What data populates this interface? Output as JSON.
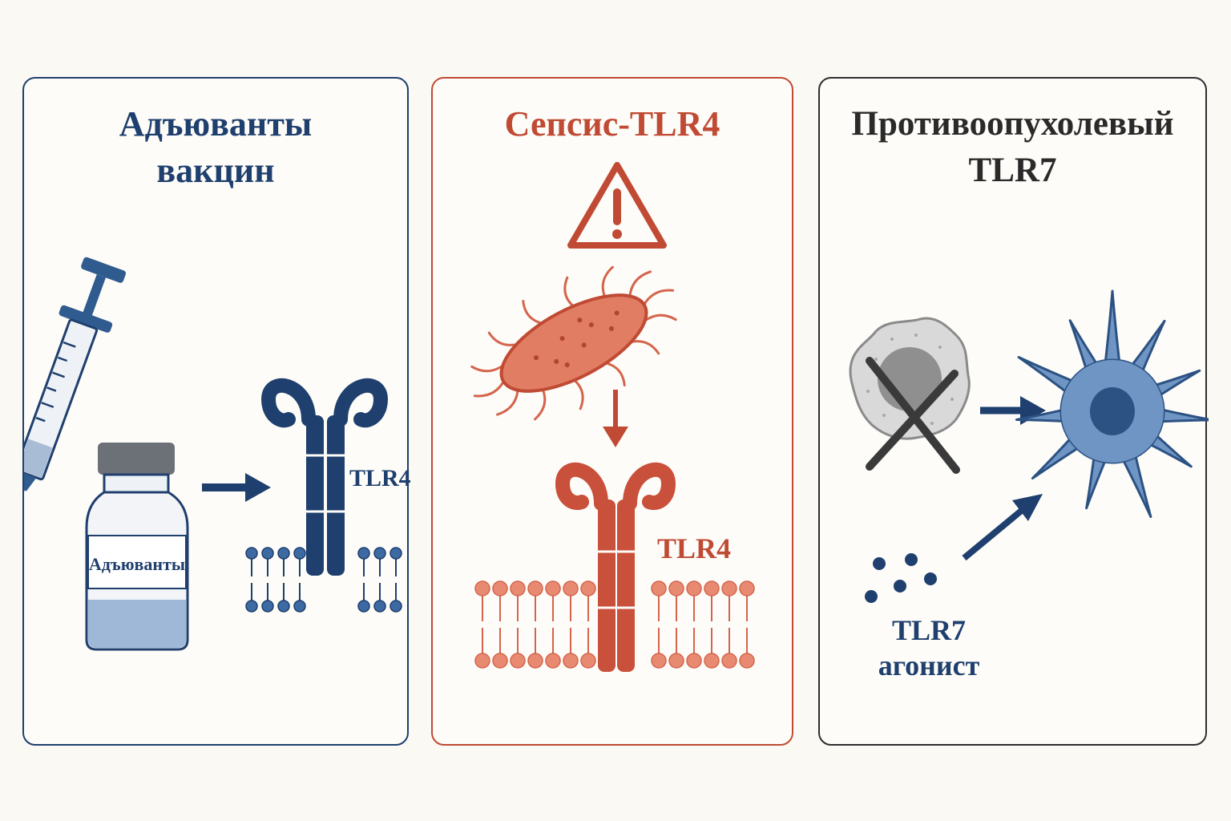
{
  "panels": [
    {
      "title_line1": "Адъюванты",
      "title_line2": "вакцин",
      "vial_label": "Адъюванты",
      "receptor_label": "TLR4",
      "color": "#1f3f6e"
    },
    {
      "title": "Сепсис-TLR4",
      "receptor_label": "TLR4",
      "color": "#c04a33"
    },
    {
      "title_line1": "Противоопухолевый",
      "title_line2": "TLR7",
      "agonist_line1": "TLR7",
      "agonist_line2": "агонист",
      "color": "#2e2e2e"
    }
  ],
  "icons": [
    "syringe-icon",
    "vial-icon",
    "arrow-right-icon",
    "tlr4-receptor-icon",
    "membrane-icon",
    "warning-triangle-icon",
    "bacterium-icon",
    "arrow-down-icon",
    "tumor-cell-icon",
    "cross-mark-icon",
    "dendritic-cell-icon",
    "agonist-dots-icon"
  ]
}
